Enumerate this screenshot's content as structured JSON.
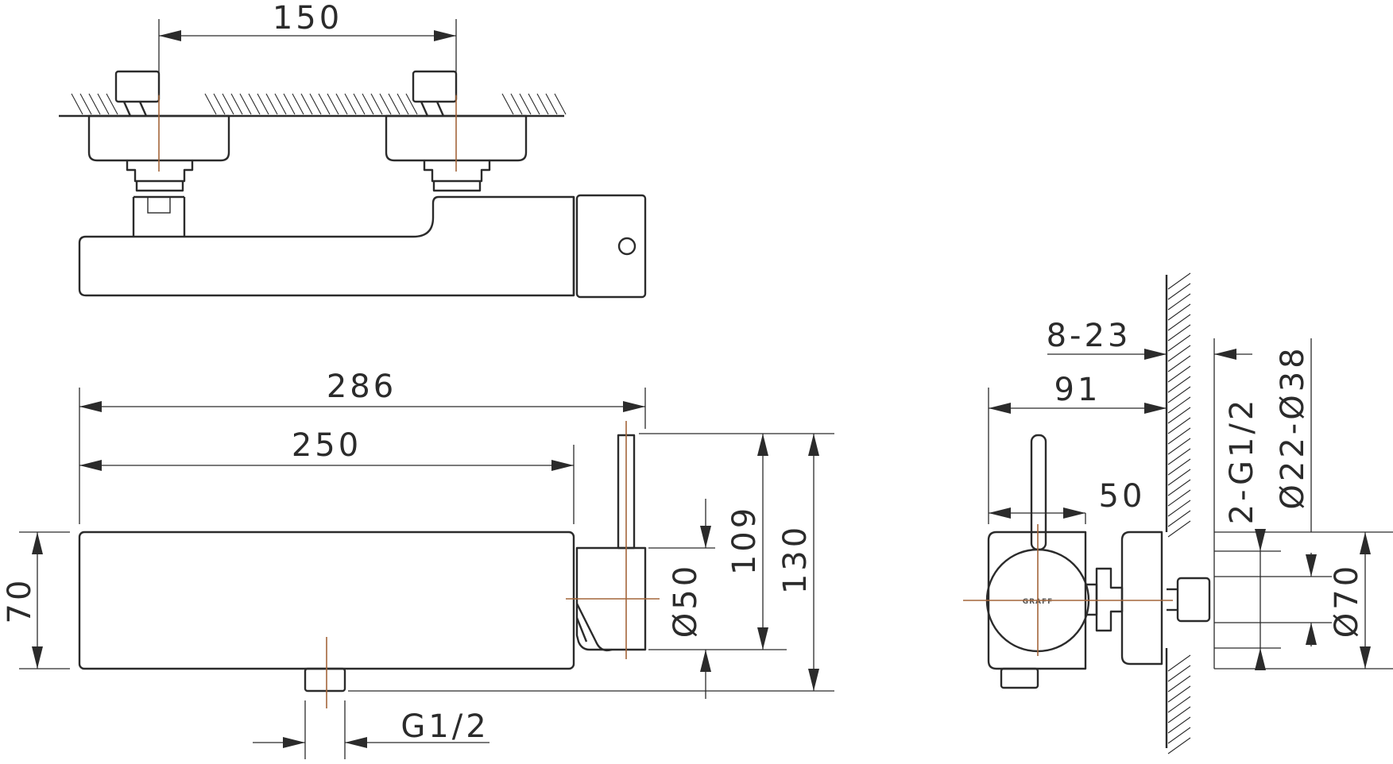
{
  "dimensions": {
    "inlet_spacing": "150",
    "overall_length": "286",
    "body_length": "250",
    "body_height": "70",
    "spout_diameter": "Ø50",
    "total_height_109": "109",
    "total_height_130": "130",
    "outlet_thread": "G1/2",
    "wall_range": "8-23",
    "depth": "91",
    "handle_width": "50",
    "inlet_threads": "2-G1/2",
    "escutcheon_dia": "Ø22-Ø38",
    "cover_dia": "Ø70"
  },
  "brand_mark": "GRAFF",
  "colors": {
    "line": "#2b2b2b",
    "centerline": "#a4663a",
    "background": "#ffffff"
  }
}
